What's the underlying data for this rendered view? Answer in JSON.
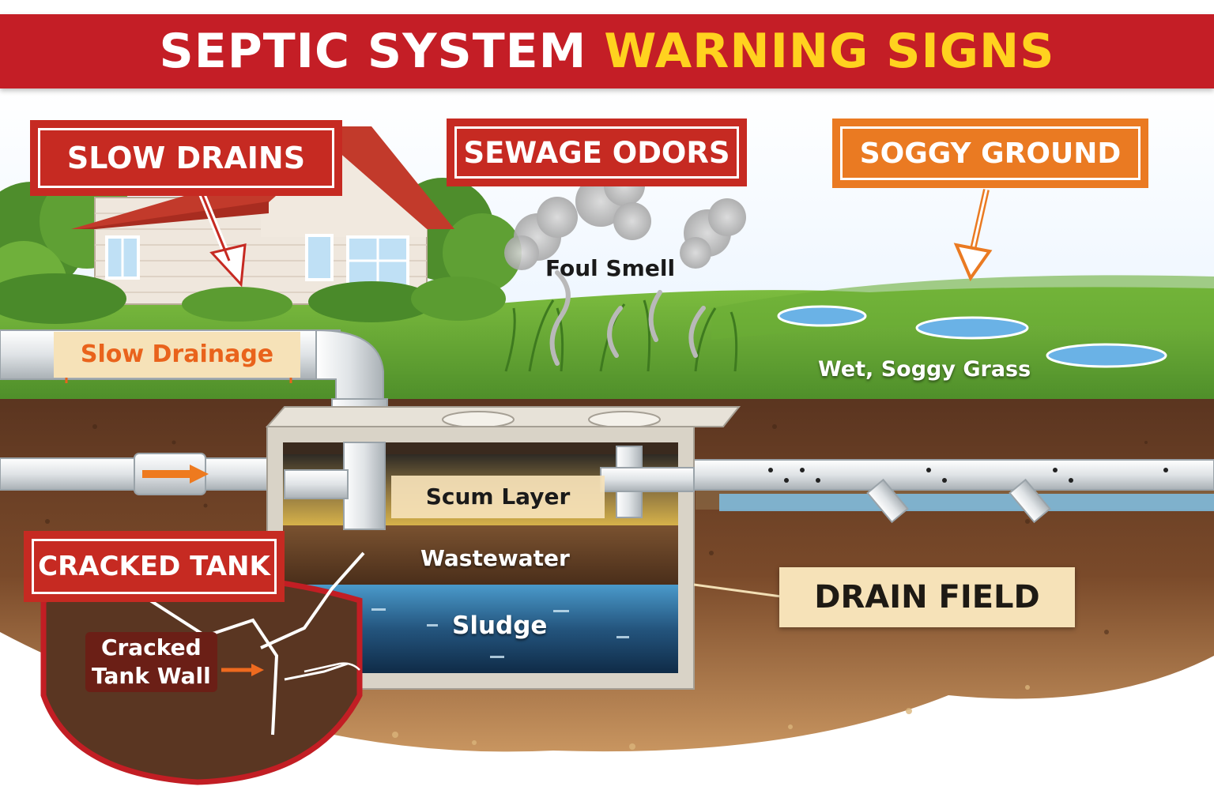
{
  "title": {
    "part1": "SEPTIC SYSTEM",
    "part2": "WARNING SIGNS"
  },
  "signs": {
    "slow_drains": "SLOW DRAINS",
    "sewage_odors": "SEWAGE ODORS",
    "soggy_ground": "SOGGY GROUND",
    "cracked_tank": "CRACKED TANK",
    "drain_field": "DRAIN FIELD"
  },
  "labels": {
    "slow_drainage": "Slow Drainage",
    "foul_smell": "Foul Smell",
    "wet_grass": "Wet, Soggy Grass",
    "scum_layer": "Scum Layer",
    "wastewater": "Wastewater",
    "sludge": "Sludge",
    "cracked_wall_line1": "Cracked",
    "cracked_wall_line2": "Tank Wall"
  },
  "colors": {
    "banner_red": "#c41e26",
    "title_yellow": "#ffd21f",
    "sign_red": "#c62a22",
    "sign_orange": "#ea7a22",
    "grass_green": "#5a9e2f",
    "soil_brown": "#6b4226",
    "water_blue": "#2d6f9e"
  }
}
